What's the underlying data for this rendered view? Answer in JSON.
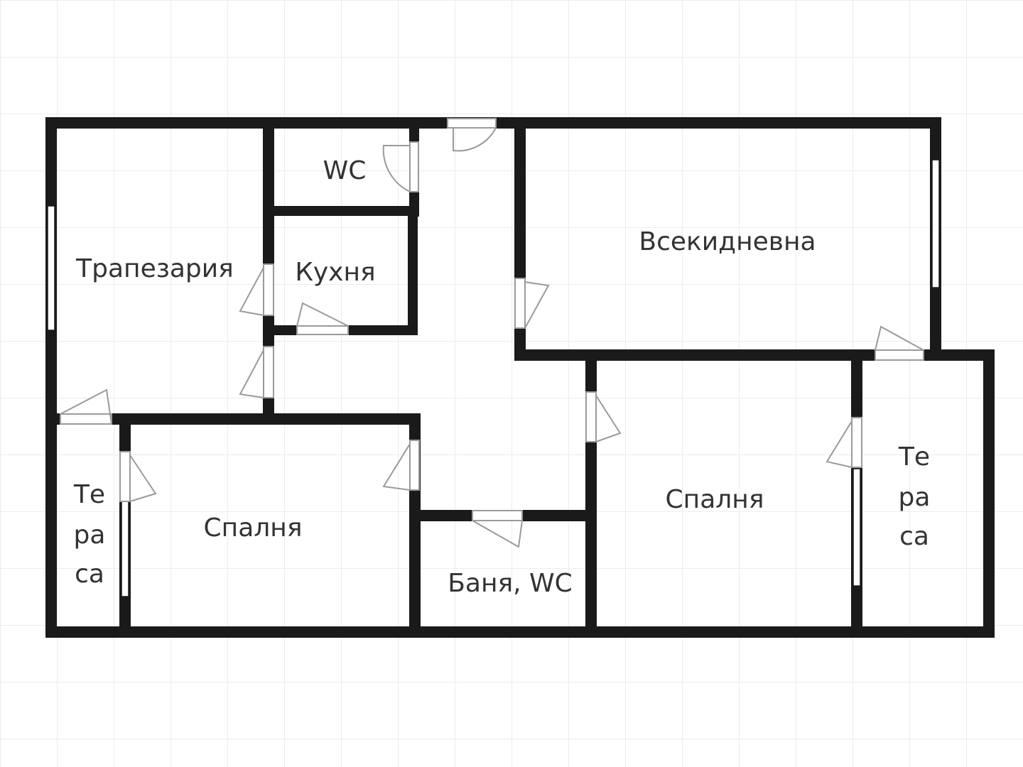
{
  "floor_plan": {
    "rooms": {
      "dining_room": "Трапезария",
      "wc_top": "WC",
      "kitchen": "Кухня",
      "living_room": "Всекидневна",
      "bedroom_left": "Спалня",
      "bedroom_right": "Спалня",
      "bathroom": "Баня, WC",
      "terrace_left": [
        "Те",
        "ра",
        "са"
      ],
      "terrace_right": [
        "Те",
        "ра",
        "са"
      ]
    }
  },
  "colors": {
    "wall": "#1a1a1a",
    "window": "#ffffff",
    "door": "#9a9a9a",
    "grid": "#ececec",
    "text": "#333333",
    "background": "#ffffff"
  }
}
